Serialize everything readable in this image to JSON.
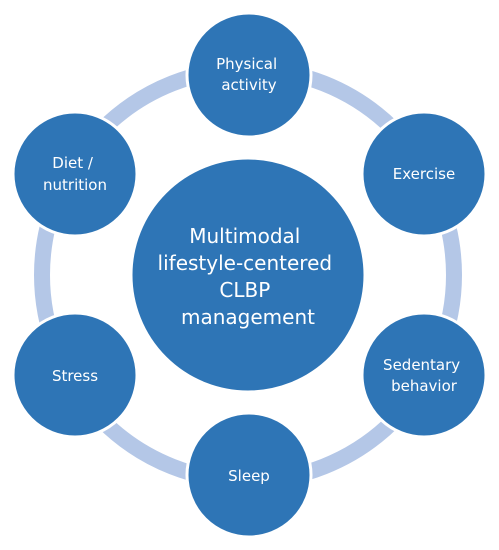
{
  "diagram": {
    "colors": {
      "node_fill": "#2E75B6",
      "node_stroke": "#FFFFFF",
      "ring": "#B4C7E7",
      "text": "#FFFFFF"
    },
    "center": {
      "lines": [
        "Multimodal",
        "lifestyle-centered",
        "CLBP",
        "management"
      ]
    },
    "nodes": [
      {
        "id": "physical-activity",
        "lines": [
          "Physical",
          "activity"
        ]
      },
      {
        "id": "exercise",
        "lines": [
          "Exercise"
        ]
      },
      {
        "id": "sedentary-behavior",
        "lines": [
          "Sedentary",
          "behavior"
        ]
      },
      {
        "id": "sleep",
        "lines": [
          "Sleep"
        ]
      },
      {
        "id": "stress",
        "lines": [
          "Stress"
        ]
      },
      {
        "id": "diet-nutrition",
        "lines": [
          "Diet /",
          "nutrition"
        ]
      }
    ]
  }
}
